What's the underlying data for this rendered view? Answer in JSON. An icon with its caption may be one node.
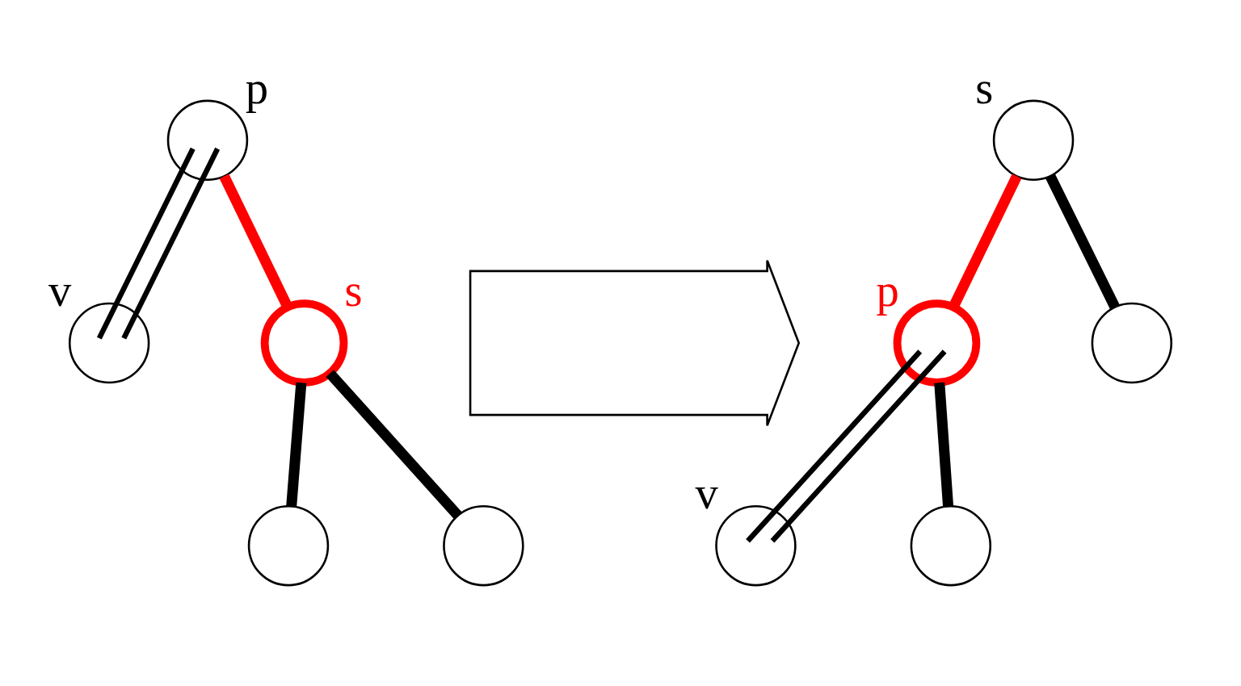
{
  "diagram": {
    "nodes": [
      {
        "text": [],
        "shape": "circle",
        "beside": [
          "p"
        ]
      },
      {
        "text": [],
        "shape": "circle",
        "beside": [
          "v"
        ]
      },
      {
        "text": [],
        "shape": "circle",
        "beside": [
          "s"
        ]
      },
      {
        "text": [],
        "shape": "circle"
      },
      {
        "text": [],
        "shape": "circle"
      },
      {
        "text": [],
        "shape": "arrow"
      },
      {
        "text": [],
        "shape": "circle",
        "beside": [
          "s"
        ]
      },
      {
        "text": [],
        "shape": "circle",
        "beside": [
          "p"
        ]
      },
      {
        "text": [],
        "shape": "circle"
      },
      {
        "text": [],
        "shape": "circle",
        "beside": [
          "v"
        ]
      },
      {
        "text": [],
        "shape": "circle"
      }
    ],
    "edges": [
      {
        "from": 0,
        "to": 1,
        "arrow": "none"
      },
      {
        "from": 0,
        "to": 1,
        "arrow": "none"
      },
      {
        "from": 0,
        "to": 2,
        "arrow": "none",
        "color": "#ff0000"
      },
      {
        "from": 2,
        "to": 3,
        "arrow": "none"
      },
      {
        "from": 2,
        "to": 4,
        "arrow": "none"
      },
      {
        "from": 6,
        "to": 7,
        "arrow": "none",
        "color": "#ff0000"
      },
      {
        "from": 6,
        "to": 8,
        "arrow": "none"
      },
      {
        "from": 7,
        "to": 9,
        "arrow": "none"
      },
      {
        "from": 7,
        "to": 9,
        "arrow": "none"
      },
      {
        "from": 7,
        "to": 10,
        "arrow": "none"
      }
    ]
  }
}
